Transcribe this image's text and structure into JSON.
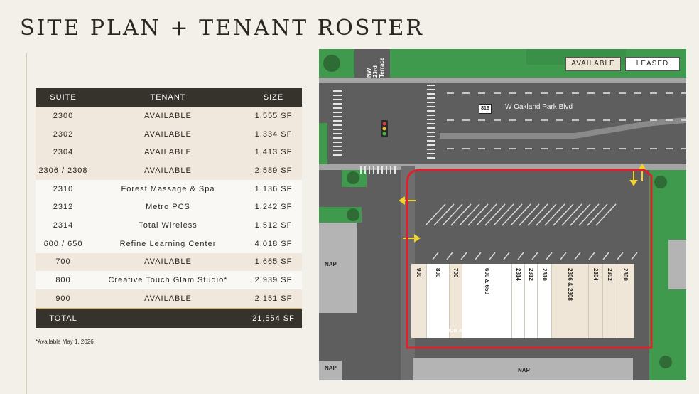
{
  "title": "SITE PLAN + TENANT ROSTER",
  "table": {
    "headers": [
      "SUITE",
      "TENANT",
      "SIZE"
    ],
    "rows": [
      {
        "suite": "2300",
        "tenant": "AVAILABLE",
        "size": "1,555 SF",
        "status": "available"
      },
      {
        "suite": "2302",
        "tenant": "AVAILABLE",
        "size": "1,334 SF",
        "status": "available"
      },
      {
        "suite": "2304",
        "tenant": "AVAILABLE",
        "size": "1,413 SF",
        "status": "available"
      },
      {
        "suite": "2306 / 2308",
        "tenant": "AVAILABLE",
        "size": "2,589 SF",
        "status": "available"
      },
      {
        "suite": "2310",
        "tenant": "Forest Massage & Spa",
        "size": "1,136 SF",
        "status": "leased"
      },
      {
        "suite": "2312",
        "tenant": "Metro PCS",
        "size": "1,242 SF",
        "status": "leased"
      },
      {
        "suite": "2314",
        "tenant": "Total Wireless",
        "size": "1,512 SF",
        "status": "leased"
      },
      {
        "suite": "600 / 650",
        "tenant": "Refine Learning Center",
        "size": "4,018 SF",
        "status": "leased"
      },
      {
        "suite": "700",
        "tenant": "AVAILABLE",
        "size": "1,665 SF",
        "status": "available"
      },
      {
        "suite": "800",
        "tenant": "Creative Touch Glam Studio*",
        "size": "2,939 SF",
        "status": "leased"
      },
      {
        "suite": "900",
        "tenant": "AVAILABLE",
        "size": "2,151 SF",
        "status": "available"
      }
    ],
    "total": {
      "label": "TOTAL",
      "size": "21,554 SF"
    }
  },
  "footnote": "*Available May 1, 2026",
  "map": {
    "legend": {
      "available": "AVAILABLE",
      "leased": "LEASED"
    },
    "street": "W Oakland Park Blvd",
    "road_shield": "816",
    "side_street": [
      "NW",
      "23rd",
      "Terrace"
    ],
    "nap": "NAP",
    "common_area": "COMMON AREA*",
    "units": [
      {
        "label": "900",
        "status": "available"
      },
      {
        "label": "800",
        "status": "leased"
      },
      {
        "label": "700",
        "status": "available"
      },
      {
        "label": "600 & 650",
        "status": "leased"
      },
      {
        "label": "2314",
        "status": "leased"
      },
      {
        "label": "2312",
        "status": "leased"
      },
      {
        "label": "2310",
        "status": "leased"
      },
      {
        "label": "2306 & 2308",
        "status": "available"
      },
      {
        "label": "2304",
        "status": "available"
      },
      {
        "label": "2302",
        "status": "available"
      },
      {
        "label": "2300",
        "status": "available"
      }
    ],
    "colors": {
      "available": "#efe6d8",
      "leased": "#ffffff",
      "boundary": "#e0202a",
      "grass": "#3f9a4e",
      "asphalt": "#5e5e5e"
    }
  }
}
